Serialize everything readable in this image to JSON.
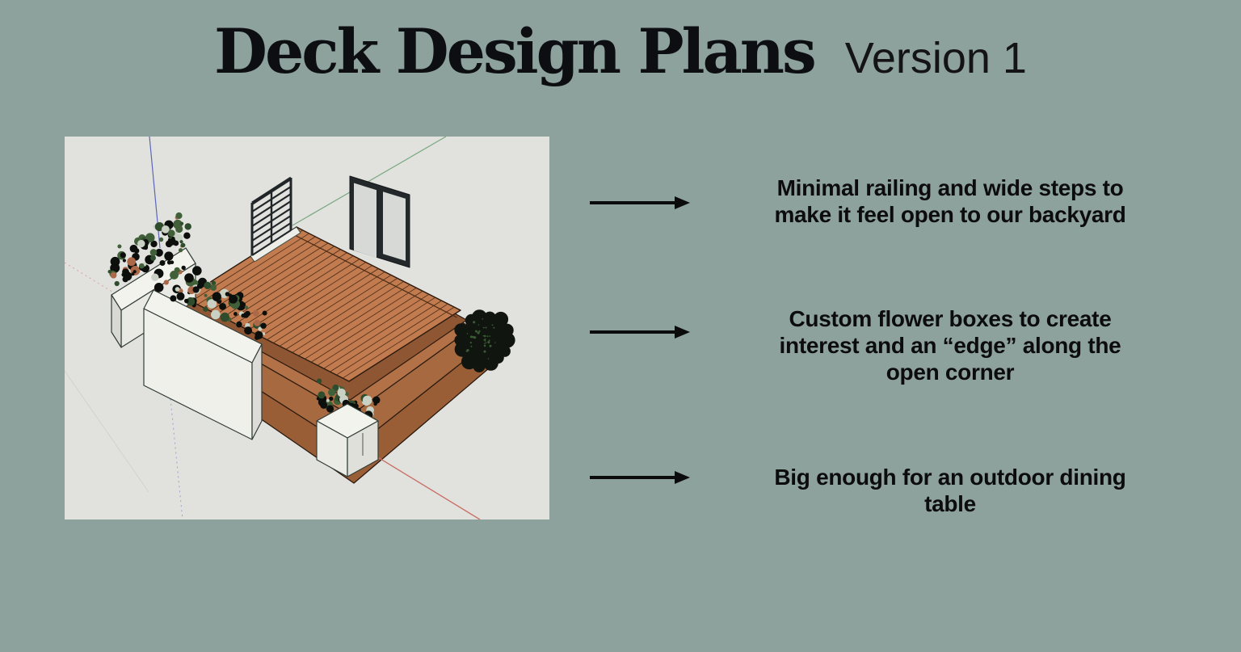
{
  "slide": {
    "title": "Deck Design Plans",
    "subtitle": "Version 1",
    "background_color": "#8da19d",
    "text_color": "#0c0c0c"
  },
  "deck_image": {
    "description": "3D sketch model of a wooden deck with flower boxes, a slatted privacy screen, a glass french door, wrap-around front steps and a round shrub",
    "background_color": "#e1e1de",
    "wood_color": "#c17b4e",
    "planter_color": "#f3f3ee",
    "foliage_color": "#2f4c2c",
    "axis_colors": {
      "x": "#c96f66",
      "y": "#79a87f",
      "z": "#5b66b8"
    }
  },
  "annotations": [
    {
      "text": "Minimal railing and wide steps to\nmake it feel open to our backyard"
    },
    {
      "text": "Custom flower boxes to create\ninterest and an “edge” along the\nopen corner"
    },
    {
      "text": "Big enough for an outdoor dining\ntable"
    }
  ]
}
